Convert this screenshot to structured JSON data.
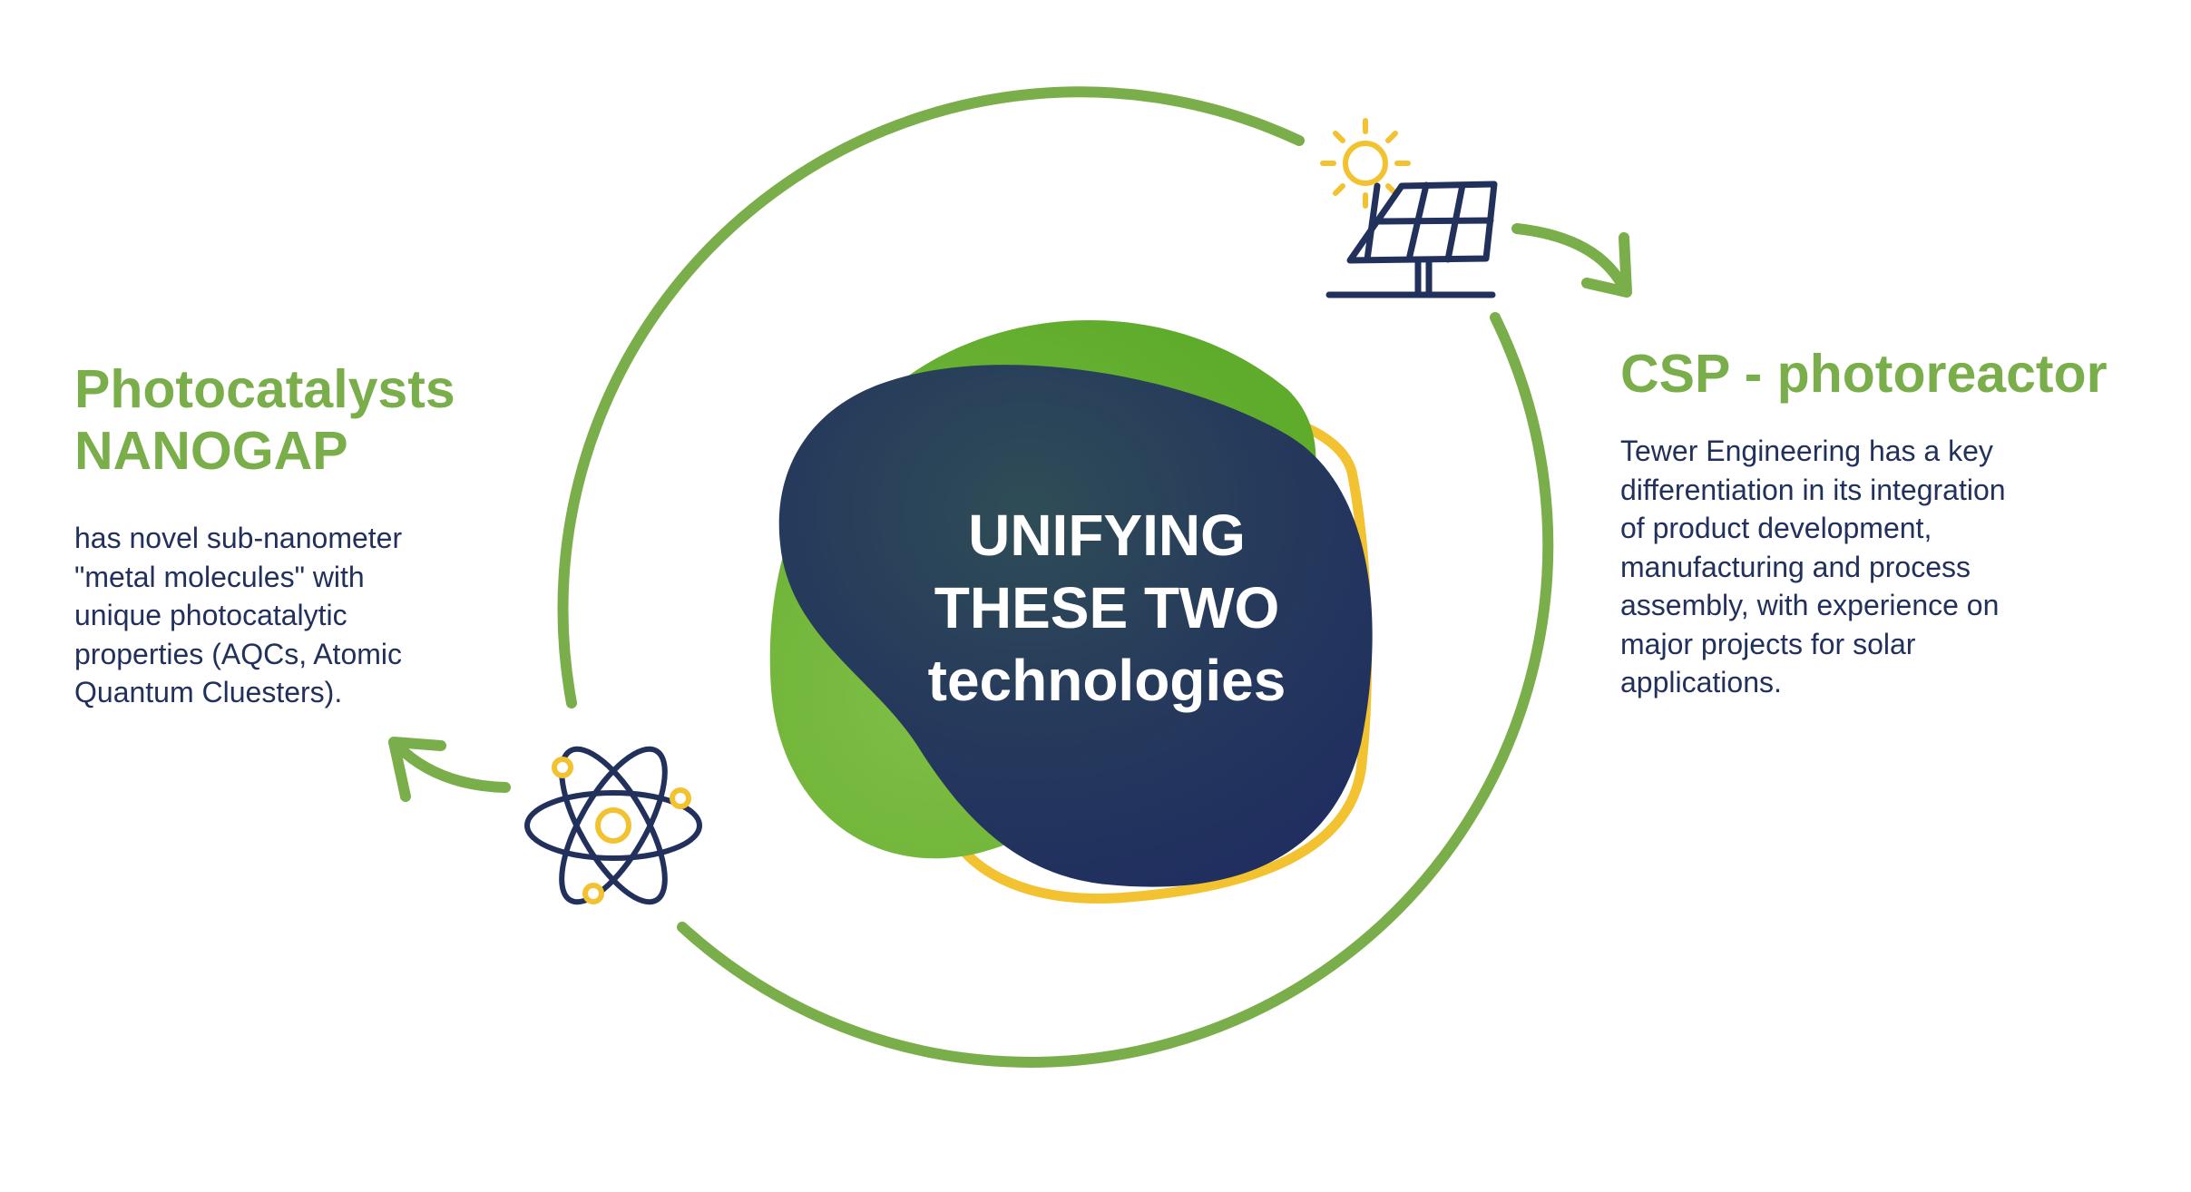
{
  "center": {
    "line1": "UNIFYING",
    "line2": "THESE TWO",
    "line3": "technologies"
  },
  "left": {
    "title_line1": "Photocatalysts",
    "title_line2": "NANOGAP",
    "desc_line1": "has novel sub-nanometer",
    "desc_line2": "\"metal molecules\" with",
    "desc_line3": "unique photocatalytic",
    "desc_line4": "properties (AQCs, Atomic",
    "desc_line5": "Quantum Cluesters).",
    "icon": "atom-icon"
  },
  "right": {
    "title": "CSP - photoreactor",
    "desc_line1": "Tewer Engineering has a key",
    "desc_line2": "differentiation in its integration",
    "desc_line3": "of product development,",
    "desc_line4": "manufacturing and process",
    "desc_line5": "assembly, with experience on",
    "desc_line6": "major projects for solar",
    "desc_line7": "applications.",
    "icon": "solar-panel-icon"
  },
  "colors": {
    "green": "#7aae4a",
    "navy": "#22305c",
    "yellow": "#f2c230",
    "bright_green": "#6bb33a"
  }
}
